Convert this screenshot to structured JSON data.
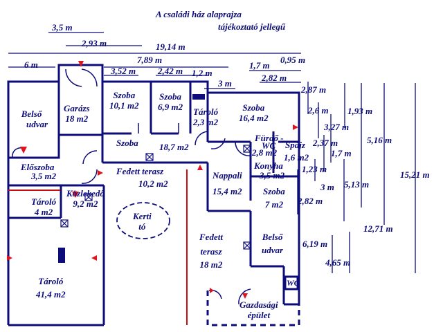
{
  "title": "A családi ház alaprajza",
  "subtitle": "tájékoztató jellegű",
  "dimensions": {
    "d_3_5": "3,5 m",
    "d_2_93": "2,93 m",
    "d_19_14": "19,14 m",
    "d_6": "6 m",
    "d_7_89": "7,89 m",
    "d_1_7": "1,7 m",
    "d_0_95": "0,95 m",
    "d_3_52": "3,52 m",
    "d_2_42": "2,42 m",
    "d_1_2": "1,2 m",
    "d_2_82_top": "2,82 m",
    "d_3_top": "3 m",
    "d_2_87": "2,87 m",
    "d_2_6": "2,6 m",
    "d_1_93": "1,93 m",
    "d_3_27": "3,27 m",
    "d_5_16": "5,16 m",
    "d_2_37": "2,37 m",
    "d_1_7_right": "1,7 m",
    "d_1_23": "1,23 m",
    "d_15_21": "15,21 m",
    "d_3_right": "3 m",
    "d_5_13": "5,13 m",
    "d_2_82_right": "2,82 m",
    "d_12_71": "12,71 m",
    "d_6_19": "6,19 m",
    "d_4_65": "4,65 m"
  },
  "rooms": {
    "belso_udvar_1": [
      "Belső",
      "udvar"
    ],
    "garazs": [
      "Garázs",
      "18 m2"
    ],
    "szoba_1": [
      "Szoba",
      "10,1 m2"
    ],
    "szoba_2": [
      "Szoba",
      "6,9 m2"
    ],
    "tarolo_small": [
      "Tároló",
      "2,3 m2"
    ],
    "szoba_3": [
      "Szoba",
      "16,4 m2"
    ],
    "szoba_4": [
      "Szoba"
    ],
    "szoba_4_area": "18,7 m2",
    "furdo": "Fürdő -",
    "wc_1": "WC",
    "furdo_area": "2,8 m2",
    "spajz": "Spájz",
    "spajz_area": "1,6 m2",
    "konyha": "Konyha",
    "konyha_area": "3,5 m2",
    "eloszoba": "Előszoba",
    "eloszoba_area": "3,5 m2",
    "fedett_terasz_1": "Fedett terasz",
    "fedett_terasz_1_area": "10,2 m2",
    "nappali": [
      "Nappali",
      "15,4 m2"
    ],
    "szoba_5": [
      "Szoba",
      "7 m2"
    ],
    "tarolo_4": [
      "Tároló",
      "4 m2"
    ],
    "kozlekedo": [
      "Közlekedő",
      "9,2 m2"
    ],
    "kerti_to": [
      "Kerti",
      "tó"
    ],
    "fedett_terasz_2": [
      "Fedett",
      "terasz",
      "18 m2"
    ],
    "belso_udvar_2": [
      "Belső",
      "udvar"
    ],
    "tarolo_big": [
      "Tároló",
      "41,4 m2"
    ],
    "wc_2": "WC",
    "gazdasagi": [
      "Gazdasági",
      "épület"
    ]
  },
  "colors": {
    "wall": "#0c0c7a",
    "text": "#0c0c7a",
    "door_arrow": "#e0141e",
    "red_line": "#c81010",
    "inner_wall": "#8c8c8c"
  }
}
